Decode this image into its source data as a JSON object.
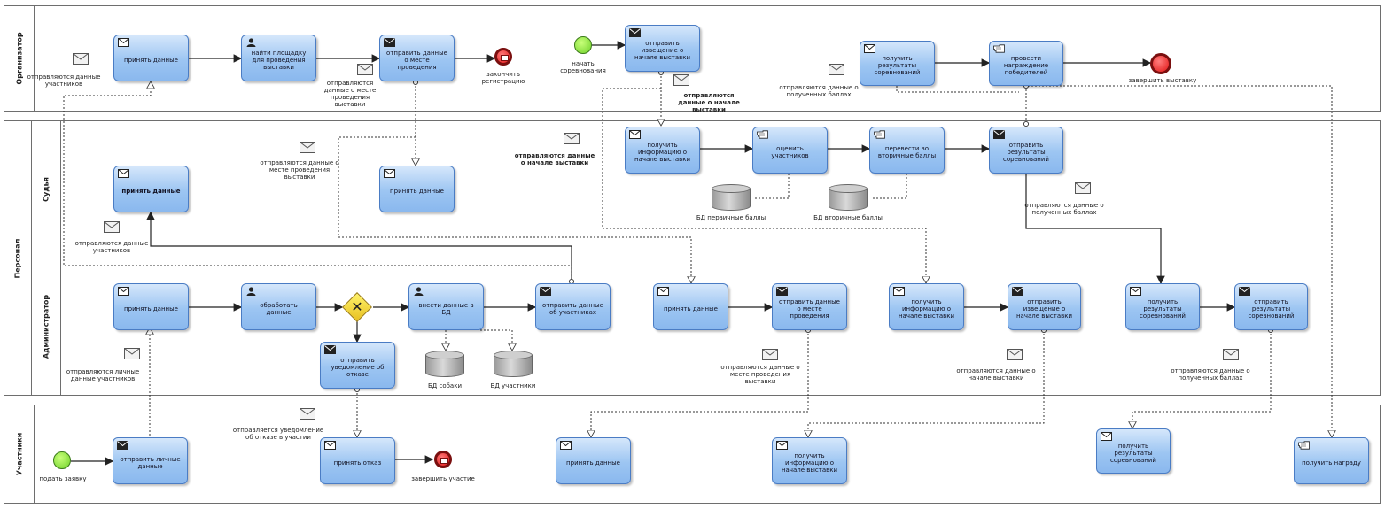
{
  "pools": {
    "organizer": "Организатор",
    "staff": "Персонал",
    "staff_lanes": {
      "judge": "Судья",
      "admin": "Администратор"
    },
    "participant": "Участники"
  },
  "tasks": {
    "org_receive": "принять данные",
    "org_find_venue": "найти площадку для проведения выставки",
    "org_send_venue": "отправить данные о месте проведения",
    "org_send_notice": "отправить извещение о начале выставки",
    "org_get_results": "получить результаты соревнований",
    "org_award": "провести награждение победителей",
    "judge_receive1": "принять данные",
    "judge_receive2": "принять данные",
    "judge_get_info": "получить информацию о начале выставки",
    "judge_evaluate": "оценить участников",
    "judge_convert": "перевести во вторичные баллы",
    "judge_send_results": "отправить результаты соревнований",
    "admin_receive": "принять данные",
    "admin_process": "обработать данные",
    "admin_enter_db": "внести данные в БД",
    "admin_send_participants": "отправить данные об участниках",
    "admin_receive2": "принять данные",
    "admin_send_venue": "отправить данные о месте проведения",
    "admin_get_info": "получить информацию о начале выставки",
    "admin_send_notice": "отправить извещение о начале выставки",
    "admin_get_results": "получить результаты соревнований",
    "admin_send_results": "отправить результаты соревнований",
    "admin_send_reject": "отправить уведомление об отказе",
    "part_send_personal": "отправить личные данные",
    "part_receive_reject": "принять отказ",
    "part_receive_data": "принять данные",
    "part_get_info": "получить информацию о начале выставки",
    "part_get_results": "получить результаты соревнований",
    "part_get_award": "получить награду"
  },
  "events": {
    "org_end_registration": "закончить регистрацию",
    "org_start_competition": "начать соревнования",
    "org_end_exhibition": "завершить выставку",
    "part_apply": "подать заявку",
    "part_end": "завершить участие"
  },
  "data_stores": {
    "primary": "БД первичные баллы",
    "secondary": "БД вторичные баллы",
    "dogs": "БД собаки",
    "participants": "БД участники"
  },
  "messages": {
    "m_part_data": "отправляются данные участников",
    "m_venue_org": "отправляются данные о месте проведения выставки",
    "m_start_org": "отправляются данные о начале выставки",
    "m_points_org": "отправляются данные о полученных баллах",
    "m_venue_judge": "отправляются данные о месте проведения выставки",
    "m_start_judge": "отправляются данные о начале выставки",
    "m_part_judge": "отправляются данные участников",
    "m_points_judge": "отправляются данные о полученных баллах",
    "m_personal": "отправляются личные данные участников",
    "m_venue_admin": "отправляются данные о месте проведения выставки",
    "m_start_admin": "отправляются данные о начале выставки",
    "m_points_admin": "отправляются данные о полученных баллах",
    "m_reject": "отправляется уведомление об отказе в участии"
  }
}
